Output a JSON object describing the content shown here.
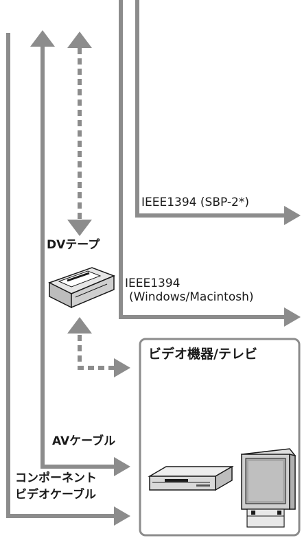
{
  "diagram": {
    "labels": {
      "ieee_sbp2": "IEEE1394 (SBP-2*)",
      "ieee_windows_line1": "IEEE1394",
      "ieee_windows_line2": "(Windows/Macintosh)",
      "dv_tape": "DVテープ",
      "video_devices": "ビデオ機器/テレビ",
      "av_cable": "AVケーブル",
      "component_line1": "コンポーネント",
      "component_line2": "ビデオケーブル"
    },
    "colors": {
      "connector": "#8c8c8c",
      "box_border": "#8c8c8c",
      "text": "#1a1a1a"
    }
  }
}
